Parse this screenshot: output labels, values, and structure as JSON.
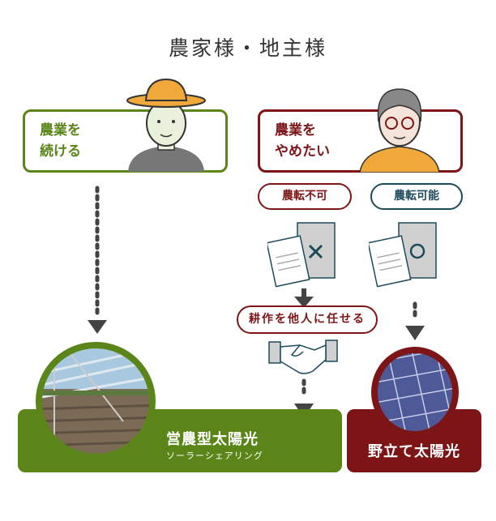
{
  "title": "農家様・地主様",
  "left_card": {
    "line1": "農業を",
    "line2": "続ける"
  },
  "right_card": {
    "line1": "農業を",
    "line2": "やめたい"
  },
  "pills": {
    "not_convertible": "農転不可",
    "convertible": "農転可能",
    "entrust": "耕作を他人に任せる"
  },
  "outcomes": {
    "agri_solar": "営農型太陽光",
    "agri_solar_sub": "ソーラーシェアリング",
    "ground_solar": "野立て太陽光"
  },
  "colors": {
    "green": "#5b8519",
    "red": "#7d1517",
    "teal": "#1d4a5a",
    "arrow": "#444444"
  }
}
